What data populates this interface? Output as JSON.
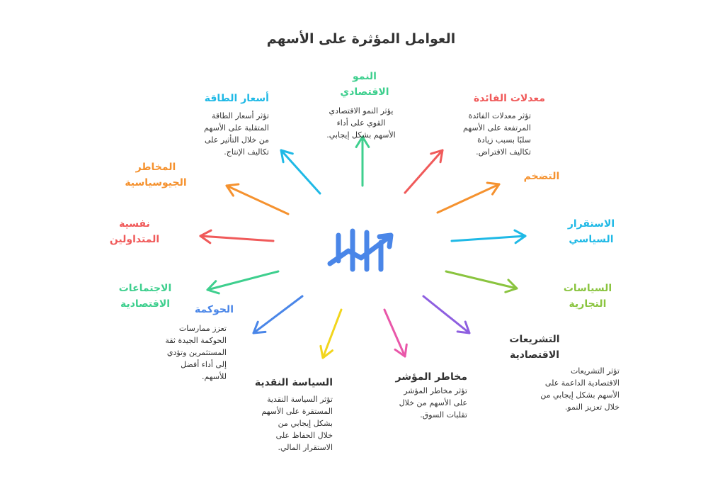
{
  "title": "العوامل المؤثرة على الأسهم",
  "center_icon": "stock-growth-icon",
  "factors": {
    "growth": {
      "label": "النمو\nالاقتصادي",
      "desc": "يؤثر النمو الاقتصادي\nالقوي على أداء\nالأسهم بشكل إيجابي.",
      "color": "#3ecf8e"
    },
    "rates": {
      "label": "معدلات الفائدة",
      "desc": "تؤثر معدلات الفائدة\nالمرتفعة على الأسهم\nسلبًا بسبب زيادة\nتكاليف الاقتراض.",
      "color": "#f05a5a"
    },
    "inflation": {
      "label": "التضخم",
      "color": "#f5922f"
    },
    "political": {
      "label": "الاستقرار\nالسياسي",
      "color": "#1fb9e6"
    },
    "trade": {
      "label": "السياسات\nالتجارية",
      "color": "#8ac43f"
    },
    "legislation": {
      "label": "التشريعات\nالاقتصادية",
      "desc": "تؤثر التشريعات\nالاقتصادية الداعمة على\nالأسهم بشكل إيجابي من\nخلال تعزيز النمو.",
      "color": "#333333"
    },
    "index_risk": {
      "label": "مخاطر المؤشر",
      "desc": "تؤثر مخاطر المؤشر\nعلى الأسهم من خلال\nتقلبات السوق.",
      "color": "#333333"
    },
    "monetary": {
      "label": "السياسة النقدية",
      "desc": "تؤثر السياسة النقدية\nالمستقرة على الأسهم\nبشكل إيجابي من\nخلال الحفاظ على\nالاستقرار المالي.",
      "color": "#333333"
    },
    "governance": {
      "label": "الحوكمة",
      "desc": "تعزز ممارسات\nالحوكمة الجيدة ثقة\nالمستثمرين وتؤدي\nإلى أداء أفضل\nللأسهم.",
      "color": "#4a86e8"
    },
    "meetings": {
      "label": "الاجتماعات\nالاقتصادية",
      "color": "#3ecf8e"
    },
    "traders": {
      "label": "نفسية\nالمتداولين",
      "color": "#f05a5a"
    },
    "geopolitical": {
      "label": "المخاطر\nالجيوسياسية",
      "color": "#f5922f"
    },
    "energy": {
      "label": "أسعار الطاقة",
      "desc": "تؤثر أسعار الطاقة\nالمتقلبة على الأسهم\nمن خلال التأثير على\nتكاليف الإنتاج.",
      "color": "#1fb9e6"
    }
  },
  "arrow_colors": {
    "up": "#3ecf8e",
    "up_right": "#f05a5a",
    "right_up": "#f5922f",
    "right": "#1fb9e6",
    "right_down": "#8ac43f",
    "down_right": "#8e5fe0",
    "down_slight_right": "#e957a9",
    "down_slight_left": "#f2d51c",
    "down_left": "#4a86e8",
    "left_down": "#3ecf8e",
    "left": "#f05a5a",
    "left_up": "#f5922f",
    "up_left": "#1fb9e6"
  },
  "icon_color": "#4a86e8"
}
